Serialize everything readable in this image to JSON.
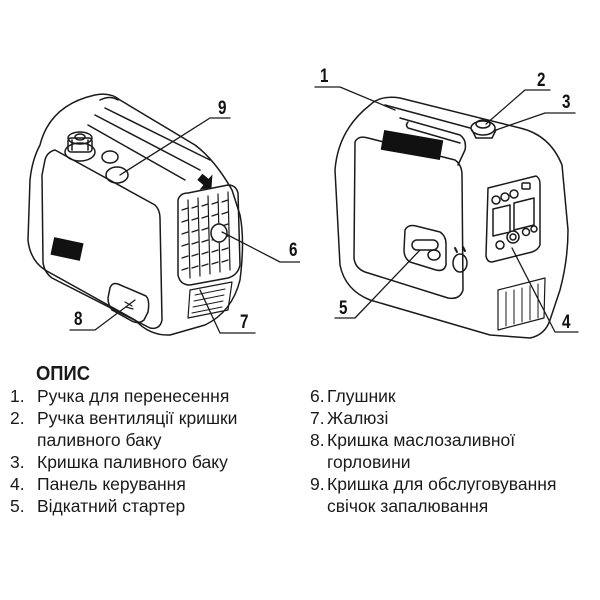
{
  "figures": {
    "left_view": {
      "callouts": [
        {
          "id": "9",
          "label": "9"
        },
        {
          "id": "6",
          "label": "6"
        },
        {
          "id": "7",
          "label": "7"
        },
        {
          "id": "8",
          "label": "8"
        }
      ]
    },
    "right_view": {
      "callouts": [
        {
          "id": "1",
          "label": "1"
        },
        {
          "id": "2",
          "label": "2"
        },
        {
          "id": "3",
          "label": "3"
        },
        {
          "id": "4",
          "label": "4"
        },
        {
          "id": "5",
          "label": "5"
        }
      ]
    }
  },
  "description": {
    "title": "ОПИС",
    "items": [
      {
        "num": "1.",
        "text": "Ручка для перенесення"
      },
      {
        "num": "2.",
        "text": "Ручка вентиляції кришки паливного баку"
      },
      {
        "num": "3.",
        "text": "Кришка паливного баку"
      },
      {
        "num": "4.",
        "text": "Панель керування"
      },
      {
        "num": "5.",
        "text": "Відкатний стартер"
      },
      {
        "num": "6.",
        "text": "Глушник"
      },
      {
        "num": "7.",
        "text": "Жалюзі"
      },
      {
        "num": "8.",
        "text": "Кришка маслозаливної горловини"
      },
      {
        "num": "9.",
        "text": "Кришка для обслуговування свічок запалювання"
      }
    ]
  }
}
